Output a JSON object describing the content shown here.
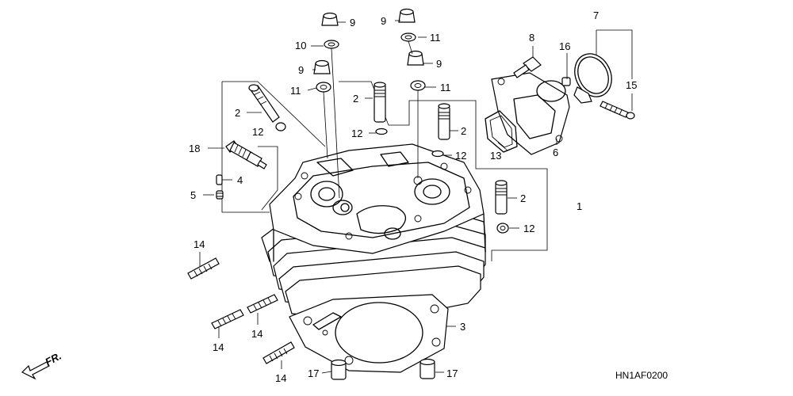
{
  "diagram": {
    "code": "HN1AF0200",
    "direction_label": "FR.",
    "callouts": {
      "c1": "1",
      "c2a": "2",
      "c2b": "2",
      "c2c": "2",
      "c2d": "2",
      "c3": "3",
      "c4": "4",
      "c5": "5",
      "c6": "6",
      "c7": "7",
      "c8": "8",
      "c9a": "9",
      "c9b": "9",
      "c9c": "9",
      "c9d": "9",
      "c10": "10",
      "c11a": "11",
      "c11b": "11",
      "c11c": "11",
      "c12a": "12",
      "c12b": "12",
      "c12c": "12",
      "c12d": "12",
      "c13": "13",
      "c14a": "14",
      "c14b": "14",
      "c14c": "14",
      "c14d": "14",
      "c15": "15",
      "c16": "16",
      "c17a": "17",
      "c17b": "17",
      "c18": "18"
    }
  }
}
